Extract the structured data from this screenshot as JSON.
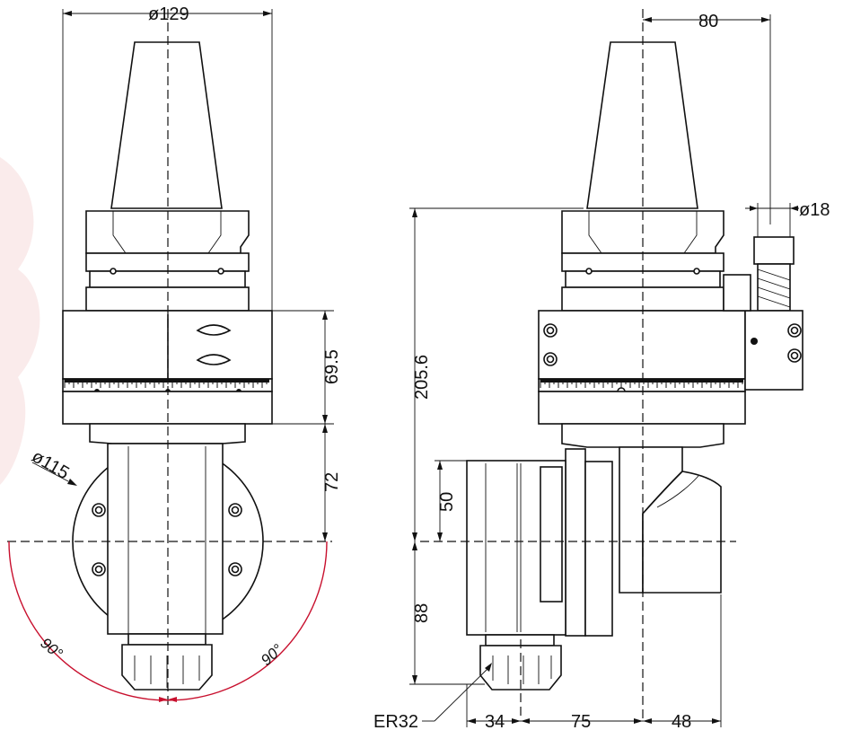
{
  "dimensions": {
    "front_width": "ø129",
    "front_flange_height": "69.5",
    "front_head_drop": "72",
    "front_head_dia": "ø115",
    "angle_left": "90°",
    "angle_right": "90°",
    "side_offset_top": "80",
    "side_pin_dia": "ø18",
    "side_total_height": "205.6",
    "side_upper_height": "50",
    "side_lower_height": "88",
    "collet": "ER32",
    "side_bottom_1": "34",
    "side_bottom_2": "75",
    "side_bottom_3": "48"
  },
  "colors": {
    "line": "#111111",
    "angle_arc": "#c8102e",
    "watermark": "#f6dada"
  }
}
